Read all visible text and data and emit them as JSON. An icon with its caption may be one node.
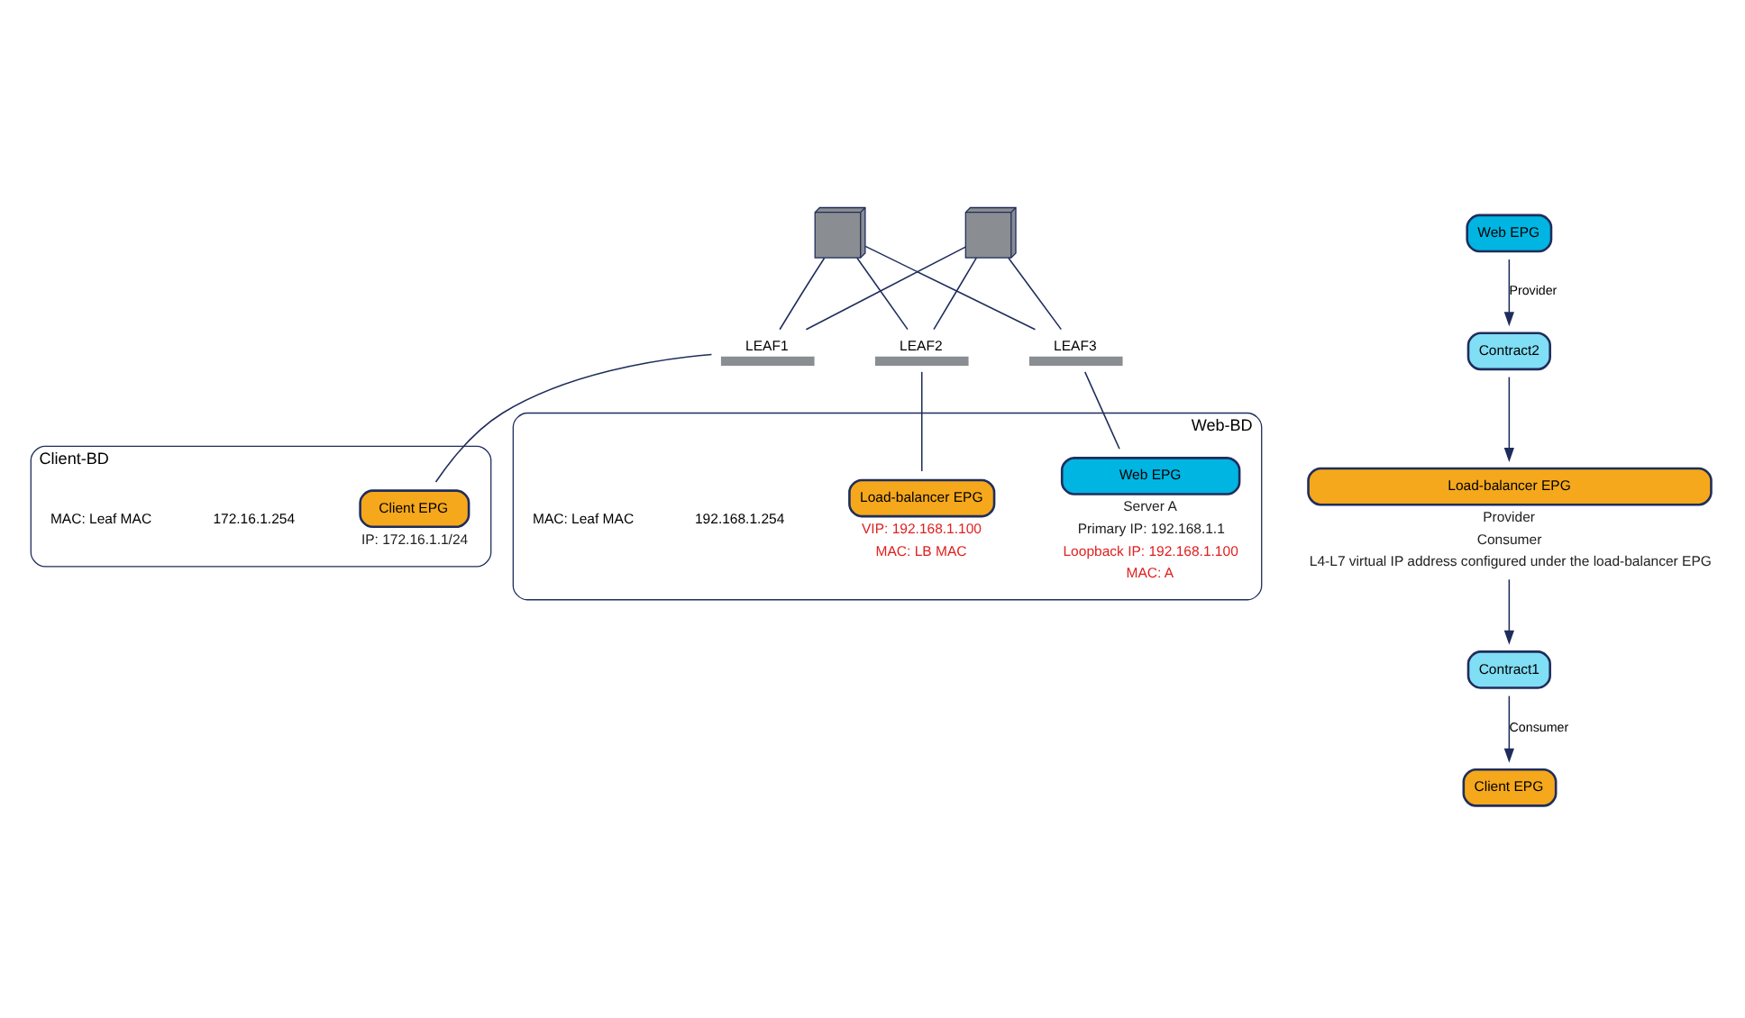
{
  "diagram": {
    "nodes": [
      {
        "text": [
          "Client-BD"
        ]
      },
      {
        "text": [
          "Web-BD"
        ]
      },
      {
        "text": [],
        "shape": "box"
      },
      {
        "text": [],
        "shape": "box"
      },
      {
        "text": [
          "LEAF1"
        ]
      },
      {
        "text": [
          "LEAF2"
        ]
      },
      {
        "text": [
          "LEAF3"
        ]
      },
      {
        "text": [
          "Client EPG"
        ],
        "in": 0,
        "beside": [
          "IP: 172.16.1.1/24"
        ]
      },
      {
        "text": [
          "Load-balancer EPG"
        ],
        "in": 1,
        "beside": [
          "VIP: 192.168.1.100",
          "MAC: LB MAC"
        ]
      },
      {
        "text": [
          "Web EPG"
        ],
        "in": 1,
        "beside": [
          "Server A",
          "Primary IP: 192.168.1.1",
          "Loopback IP: 192.168.1.100",
          "MAC: A"
        ]
      },
      {
        "text": [
          "Client EPG"
        ]
      },
      {
        "text": [
          "Web EPG"
        ]
      },
      {
        "text": [
          "Contract1"
        ]
      },
      {
        "text": [
          "Load-balancer EPG"
        ],
        "beside": [
          "Provider",
          "Consumer",
          "L4-L7 virtual IP address configured under the load-balancer EPG"
        ]
      },
      {
        "text": [
          "Contract2"
        ]
      }
    ],
    "edges": [
      {
        "from": 2,
        "to": 4,
        "arrow": "none"
      },
      {
        "from": 2,
        "to": 5,
        "arrow": "none"
      },
      {
        "from": 2,
        "to": 6,
        "arrow": "none"
      },
      {
        "from": 3,
        "to": 4,
        "arrow": "none"
      },
      {
        "from": 3,
        "to": 5,
        "arrow": "none"
      },
      {
        "from": 3,
        "to": 6,
        "arrow": "none"
      },
      {
        "from": 4,
        "to": 7,
        "arrow": "none"
      },
      {
        "from": 5,
        "to": 8,
        "arrow": "none"
      },
      {
        "from": 6,
        "to": 9,
        "arrow": "none"
      },
      {
        "from": 12,
        "to": 10,
        "arrow": "to",
        "label": "Consumer"
      },
      {
        "from": 13,
        "to": 12,
        "arrow": "to"
      },
      {
        "from": 11,
        "to": 14,
        "arrow": "to",
        "label": "Provider"
      },
      {
        "from": 14,
        "to": 13,
        "arrow": "to"
      }
    ],
    "labels": [
      "172.16.1.254",
      "MAC: Leaf MAC",
      "192.168.1.254",
      "MAC: Leaf MAC"
    ]
  }
}
